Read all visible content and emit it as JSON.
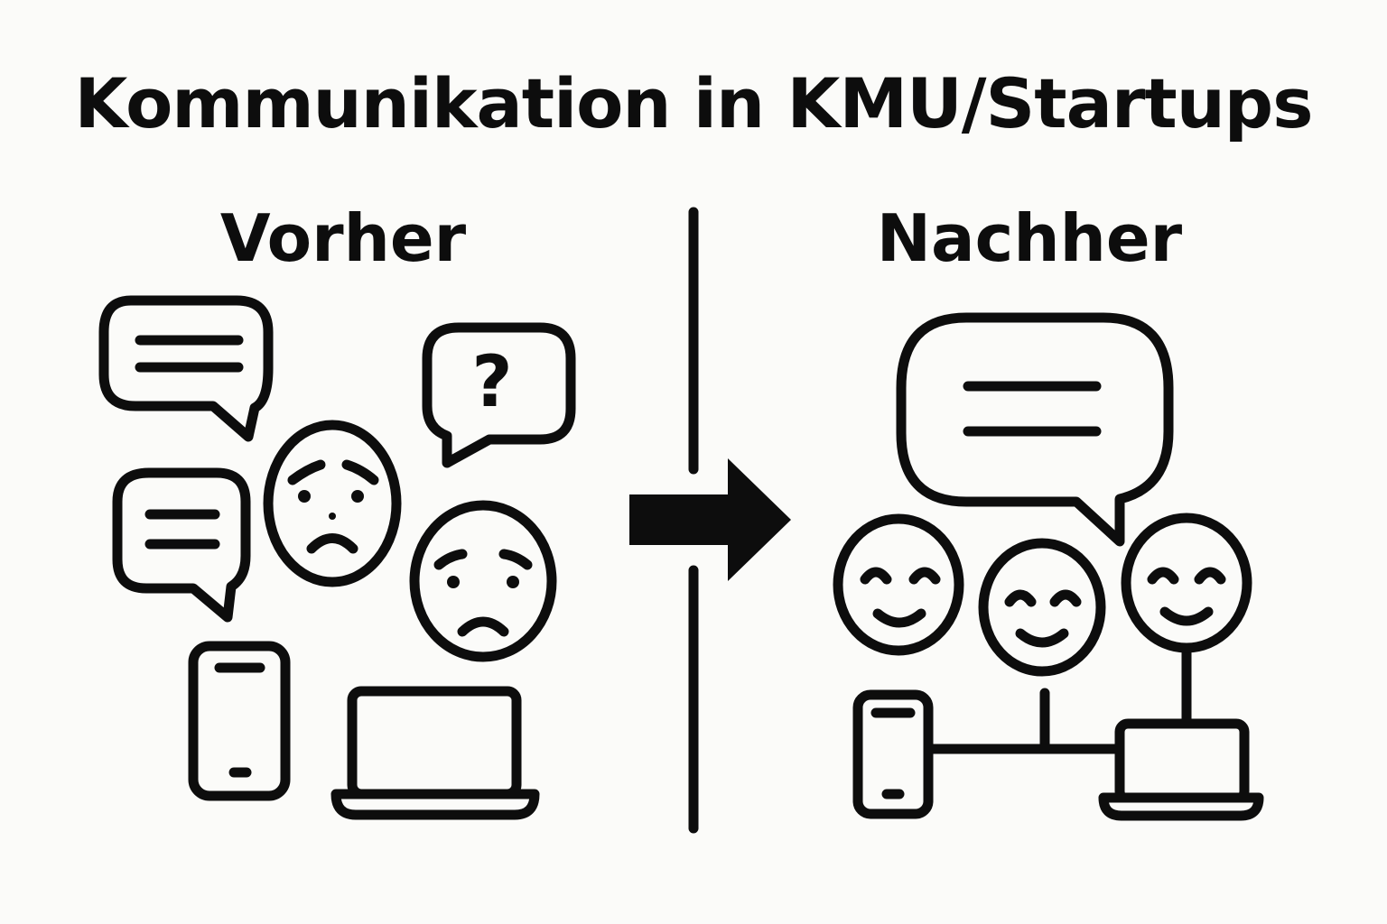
{
  "title": "Kommunikation in KMU/Startups",
  "before": {
    "heading": "Vorher",
    "question_mark": "?"
  },
  "after": {
    "heading": "Nachher"
  },
  "colors": {
    "ink": "#0d0d0d",
    "background": "#fbfbf9"
  },
  "icons": {
    "before": [
      "speech-bubble-icon",
      "speech-bubble-icon",
      "question-bubble-icon",
      "worried-face-icon",
      "sad-face-icon",
      "smartphone-icon",
      "laptop-icon"
    ],
    "transition": "arrow-right-icon",
    "after": [
      "speech-bubble-icon",
      "happy-face-icon",
      "happy-face-icon",
      "happy-face-icon",
      "smartphone-icon",
      "laptop-icon"
    ]
  }
}
